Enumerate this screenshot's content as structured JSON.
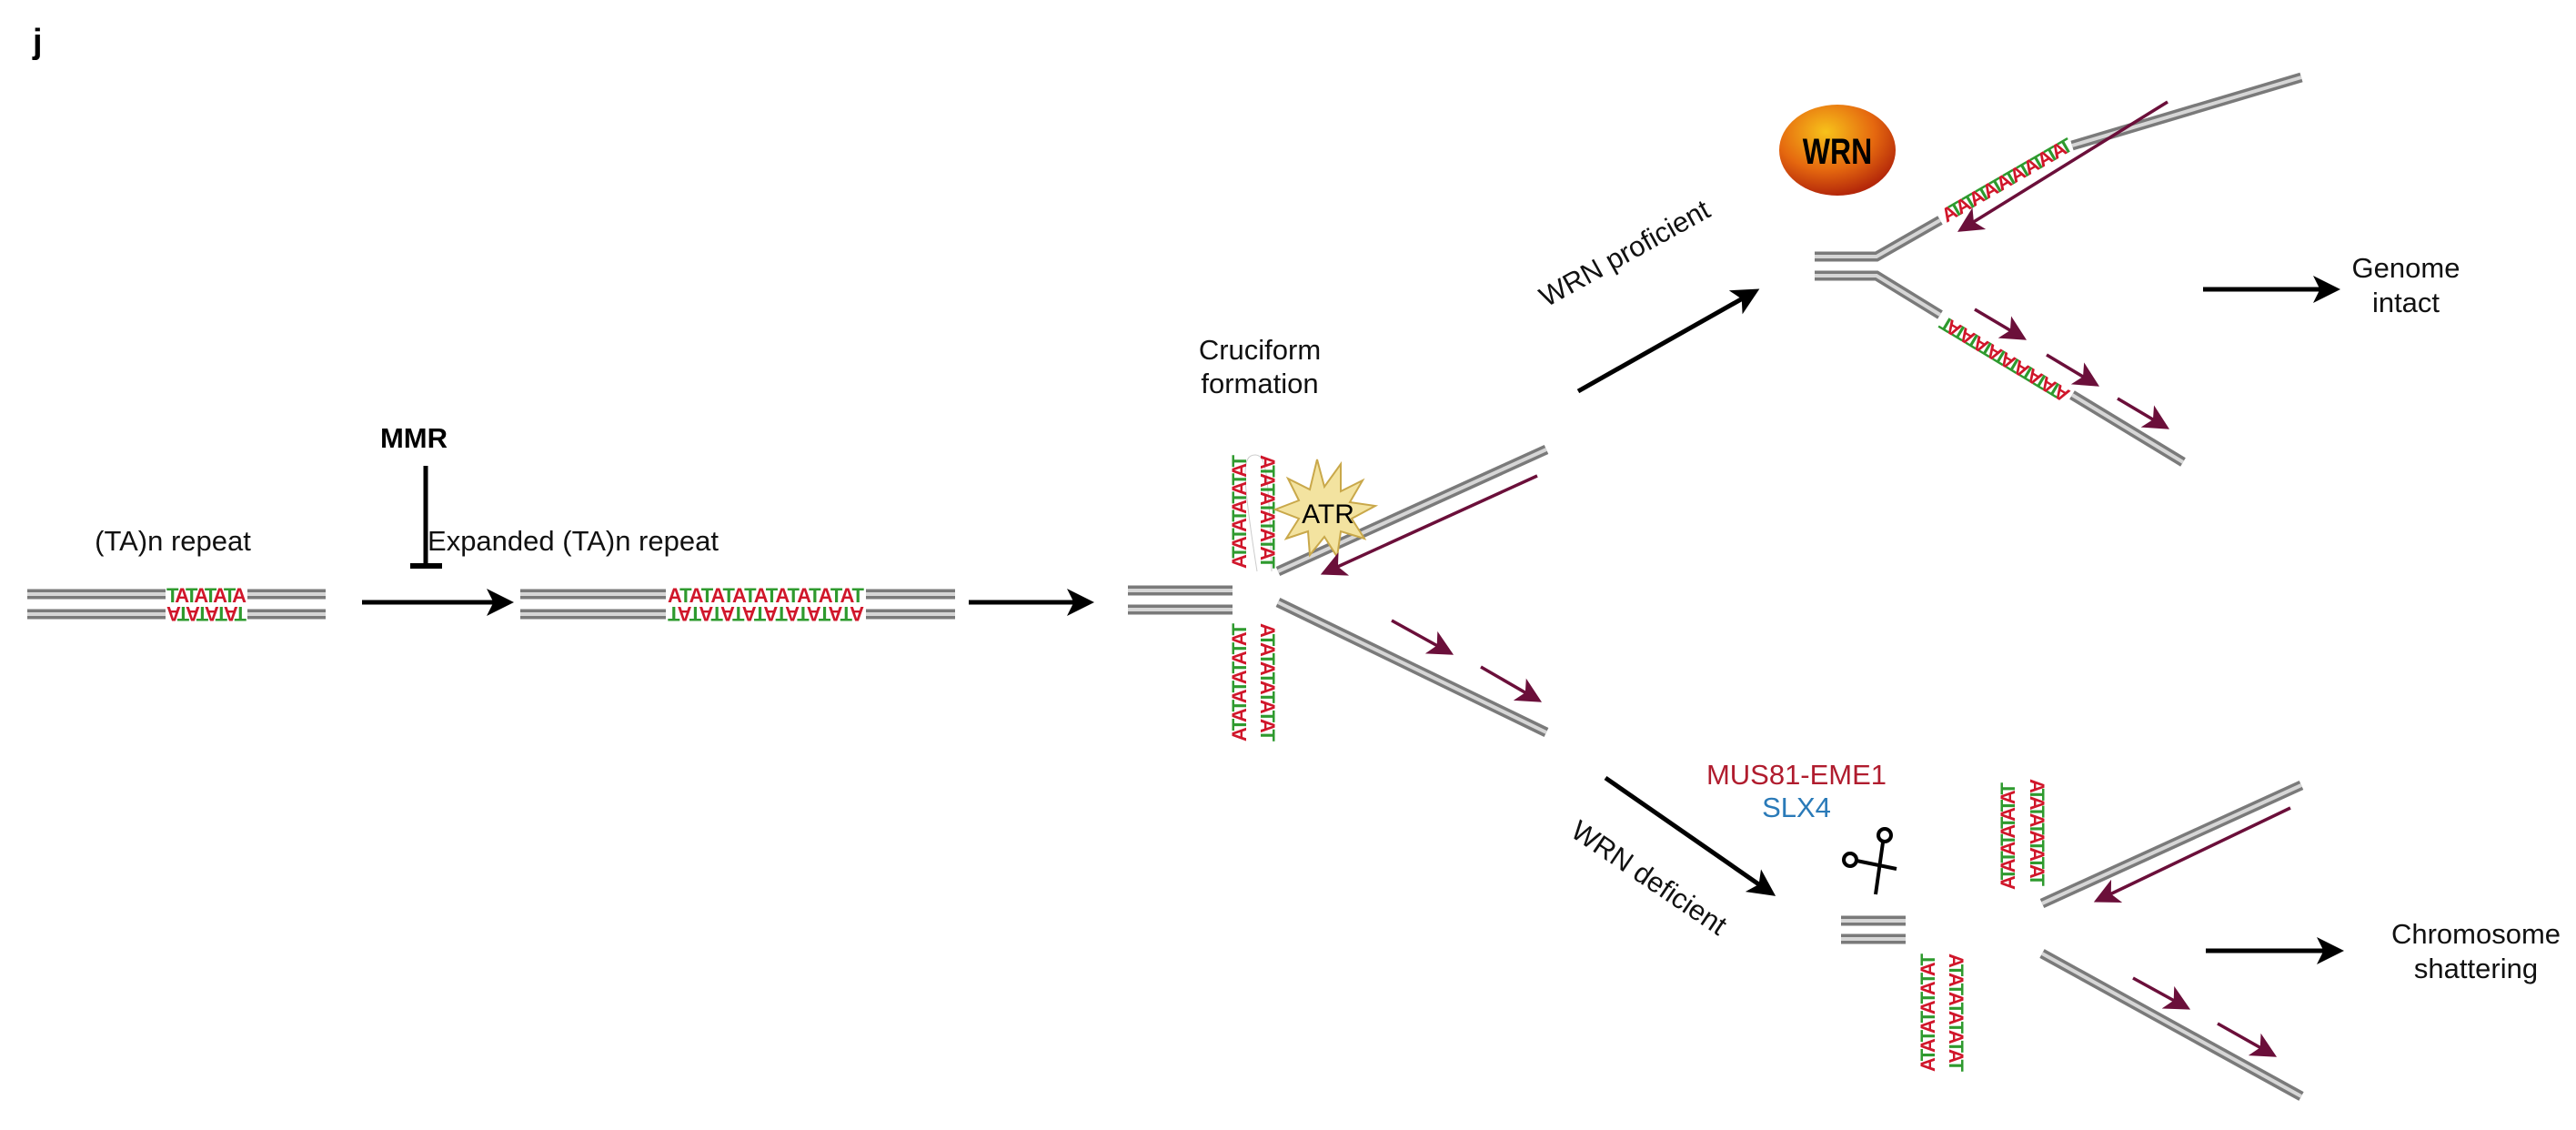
{
  "panel_label": "j",
  "colors": {
    "base_A": "#d0162a",
    "base_T": "#2e9a2e",
    "replication_arrow": "#6b0f3a",
    "mus81": "#b01c2e",
    "slx4": "#2a7ab8",
    "wrn_protein": "#e06a10",
    "atr_burst": "#f3e3a0"
  },
  "steps": {
    "ta_repeat": {
      "label": "(TA)n repeat",
      "top_seq": "TATATATA",
      "bottom_seq": "TATATATA"
    },
    "mmr": {
      "label": "MMR"
    },
    "expanded": {
      "label": "Expanded (TA)n repeat",
      "top_seq": "ATATATATATATATATAT",
      "bottom_seq": "ATATATATATATATATAT"
    },
    "cruciform": {
      "label_line1": "Cruciform",
      "label_line2": "formation",
      "atr": "ATR",
      "hairpin_seq": "ATATATATATAT"
    },
    "proficient": {
      "arrow_label": "WRN proficient",
      "protein": "WRN",
      "fork_seq": "ATATATATATATATATAT",
      "outcome_line1": "Genome",
      "outcome_line2": "intact"
    },
    "deficient": {
      "arrow_label": "WRN deficient",
      "nuclease1": "MUS81-EME1",
      "nuclease2": "SLX4",
      "scissors_icon": "scissors-icon",
      "hairpin_seq": "ATATATATATAT",
      "outcome_line1": "Chromosome",
      "outcome_line2": "shattering"
    }
  }
}
